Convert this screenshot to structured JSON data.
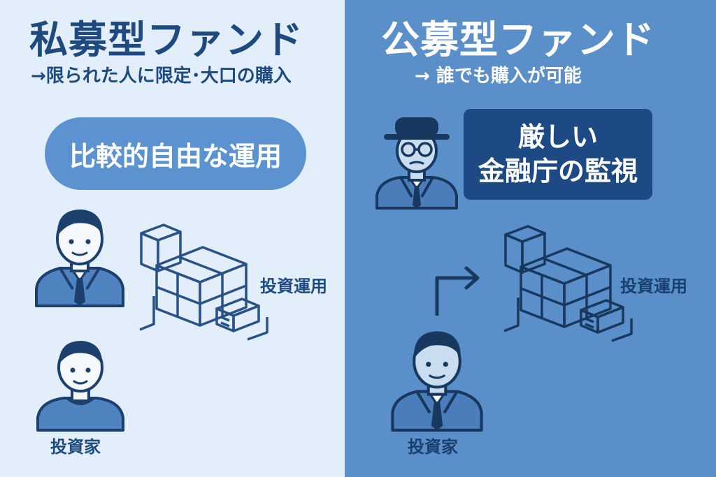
{
  "private_fund": {
    "title": "私募型ファンド",
    "subtitle": "→限られた人に限定･大口の購入",
    "feature": "比較的自由な運用",
    "investment_label": "投資運用",
    "investor_label": "投資家"
  },
  "public_fund": {
    "title": "公募型ファンド",
    "subtitle": "→ 誰でも購入が可能",
    "feature_line1": "厳しい",
    "feature_line2": "金融庁の監視",
    "investment_label": "投資運用",
    "investor_label": "投資家"
  },
  "colors": {
    "left_bg": "#e2effb",
    "right_bg": "#5b8fc9",
    "navy": "#1d4a85",
    "pill_blue": "#5b92cf"
  }
}
